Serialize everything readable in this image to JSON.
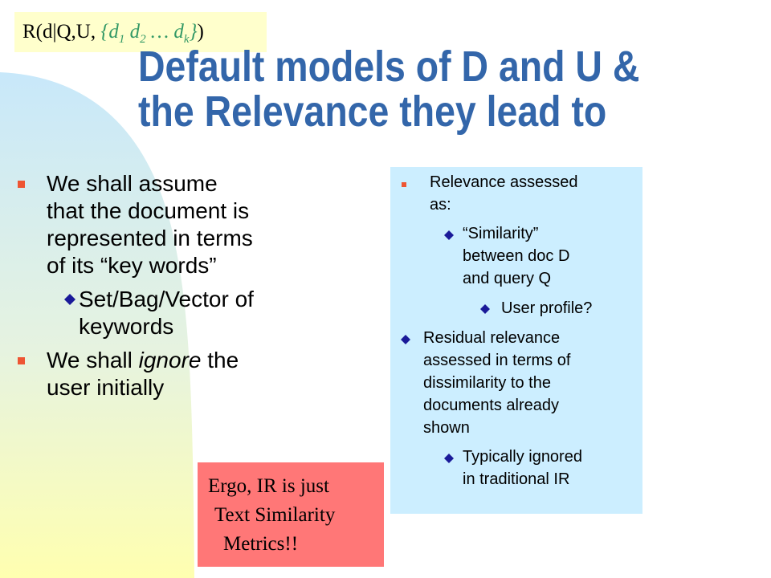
{
  "corner_label": {
    "prefix": "R(d|Q,U, ",
    "set_open": "{d",
    "sub1": "1",
    "d2": " d",
    "sub2": "2",
    "ellipsis": " … d",
    "subk": "k",
    "set_close": "}",
    "suffix": ")"
  },
  "title": {
    "line1": "Default models of D and U &",
    "line2": "the Relevance they lead to"
  },
  "left_bullets": {
    "b1_line1": "We shall assume",
    "b1_line2": "that the document is",
    "b1_line3": "represented in terms",
    "b1_line4": "of its “key words”",
    "b1_sub_line1": "Set/Bag/Vector of",
    "b1_sub_line2": "keywords",
    "b2_prefix": "We shall ",
    "b2_italic": "ignore",
    "b2_suffix": " the",
    "b2_line2": "user initially"
  },
  "right_box": {
    "l1": "Relevance assessed",
    "l2": "as:",
    "s1_l1": "“Similarity”",
    "s1_l2": "between doc D",
    "s1_l3": "and query Q",
    "s2": "User profile?",
    "r1_l1": "Residual relevance",
    "r1_l2": "assessed in terms of",
    "r1_l3": "dissimilarity to the",
    "r1_l4": "documents already",
    "r1_l5": "shown",
    "r2_l1": "Typically ignored",
    "r2_l2": "in traditional IR"
  },
  "ergo_note": {
    "line1": "Ergo, IR is just",
    "line2": "Text Similarity",
    "line3": "Metrics!!"
  },
  "colors": {
    "title": "#3366aa",
    "bullet": "#ee5533",
    "diamond": "#1a1a99",
    "right_box_bg": "#cceeff",
    "ergo_bg": "#ff7777",
    "corner_bg": "#ffffcc"
  }
}
